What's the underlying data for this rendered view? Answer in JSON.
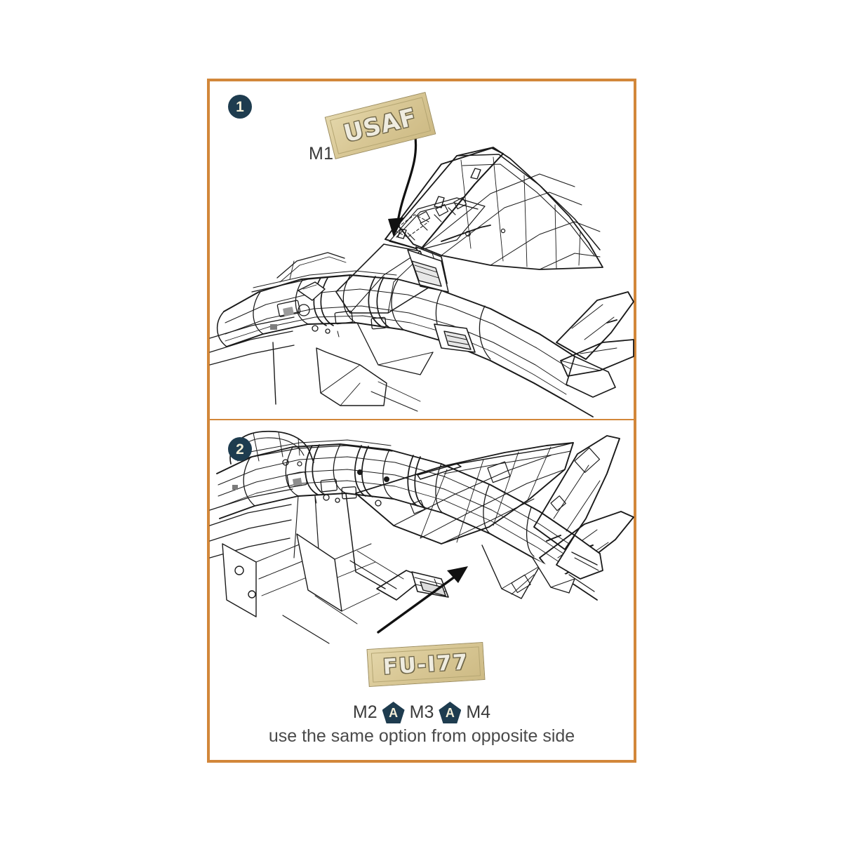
{
  "document": {
    "kind": "model-kit-decal-instruction-sheet",
    "subject": "swept-wing jet fighter rear fuselage and tail",
    "background_color": "#ffffff",
    "frame_color": "#d2873a",
    "badge_color": "#1e3c4f",
    "badge_text_color": "#f3efd8",
    "decal_color": "#d9c896",
    "line_art_color": "#1a1a1a"
  },
  "panels": [
    {
      "step_number": "1",
      "part_labels": [
        {
          "text": "M1"
        }
      ],
      "decals": [
        {
          "text": "USAF"
        }
      ],
      "callouts": [
        {
          "from": "decal USAF",
          "to": "upper wing surface"
        }
      ]
    },
    {
      "step_number": "2",
      "part_labels": [],
      "decals": [
        {
          "text": "FU-I77"
        }
      ],
      "callouts": [
        {
          "from": "decal FU-I77",
          "to": "rear fuselage side"
        }
      ],
      "option_row": [
        {
          "type": "text",
          "text": "M2"
        },
        {
          "type": "badge",
          "text": "A"
        },
        {
          "type": "text",
          "text": "M3"
        },
        {
          "type": "badge",
          "text": "A"
        },
        {
          "type": "text",
          "text": "M4"
        }
      ],
      "caption": "use the same option from opposite side"
    }
  ]
}
